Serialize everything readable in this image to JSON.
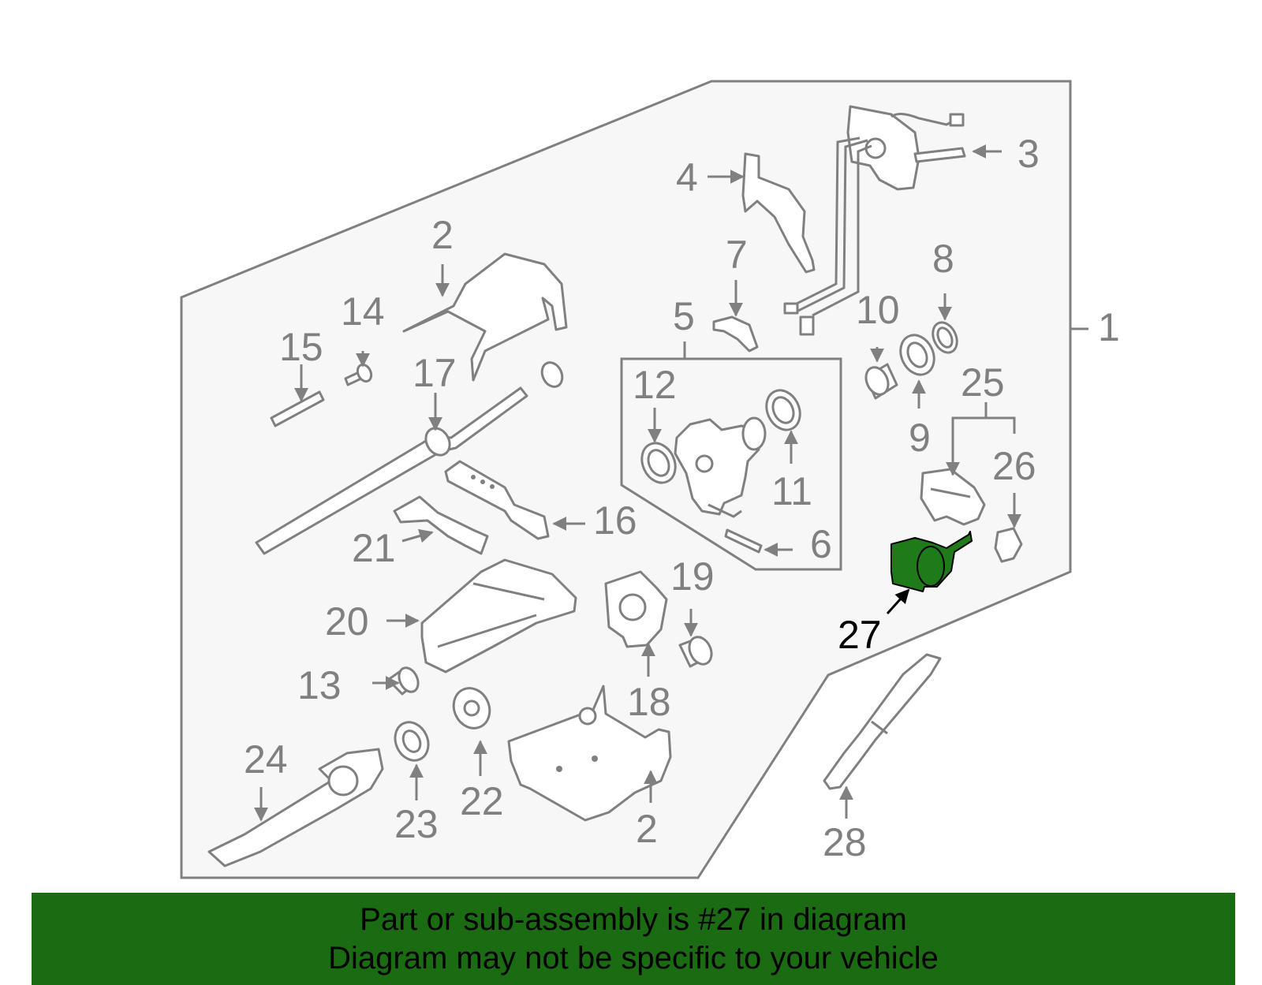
{
  "labels": {
    "l1": "1",
    "l2a": "2",
    "l2b": "2",
    "l3": "3",
    "l4": "4",
    "l5": "5",
    "l6": "6",
    "l7": "7",
    "l8": "8",
    "l9": "9",
    "l10": "10",
    "l11": "11",
    "l12": "12",
    "l13": "13",
    "l14": "14",
    "l15": "15",
    "l16": "16",
    "l17": "17",
    "l18": "18",
    "l19": "19",
    "l20": "20",
    "l21": "21",
    "l22": "22",
    "l23": "23",
    "l24": "24",
    "l25": "25",
    "l26": "26",
    "l27": "27",
    "l28": "28"
  },
  "banner": {
    "line1": "Part or sub-assembly is #27 in diagram",
    "line2": "Diagram may not be specific to your vehicle"
  },
  "colors": {
    "banner_bg": "#1a6b12",
    "highlight_part": "#1f7a1a",
    "outline": "#808080",
    "panel_fill": "#f7f7f7"
  },
  "highlighted_part": "27"
}
